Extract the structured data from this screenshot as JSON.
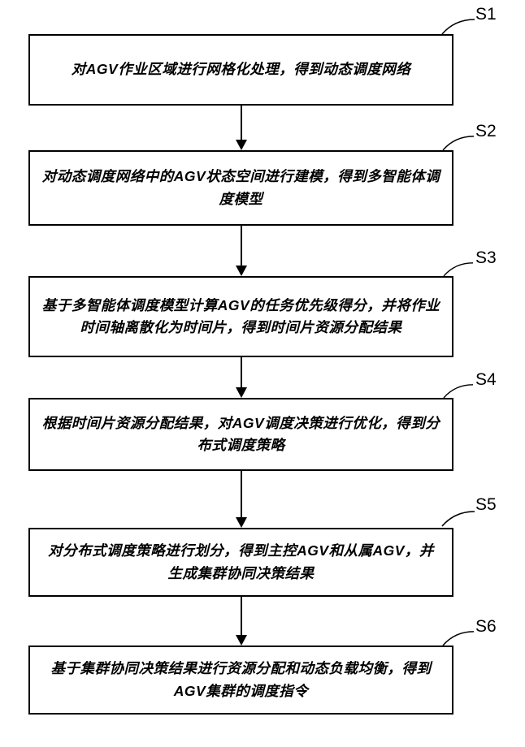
{
  "figure": {
    "type": "flowchart",
    "background_color": "#ffffff",
    "box_border_color": "#000000",
    "text_color": "#000000"
  },
  "steps": [
    {
      "label": "S1",
      "text": "对AGV作业区域进行网格化处理，得到动态调度网络"
    },
    {
      "label": "S2",
      "text": "对动态调度网络中的AGV状态空间进行建模，得到多智能体调度模型"
    },
    {
      "label": "S3",
      "text": "基于多智能体调度模型计算AGV的任务优先级得分，并将作业时间轴离散化为时间片，得到时间片资源分配结果"
    },
    {
      "label": "S4",
      "text": "根据时间片资源分配结果，对AGV调度决策进行优化，得到分布式调度策略"
    },
    {
      "label": "S5",
      "text": "对分布式调度策略进行划分，得到主控AGV和从属AGV，并生成集群协同决策结果"
    },
    {
      "label": "S6",
      "text": "基于集群协同决策结果进行资源分配和动态负载均衡，得到AGV集群的调度指令"
    }
  ]
}
